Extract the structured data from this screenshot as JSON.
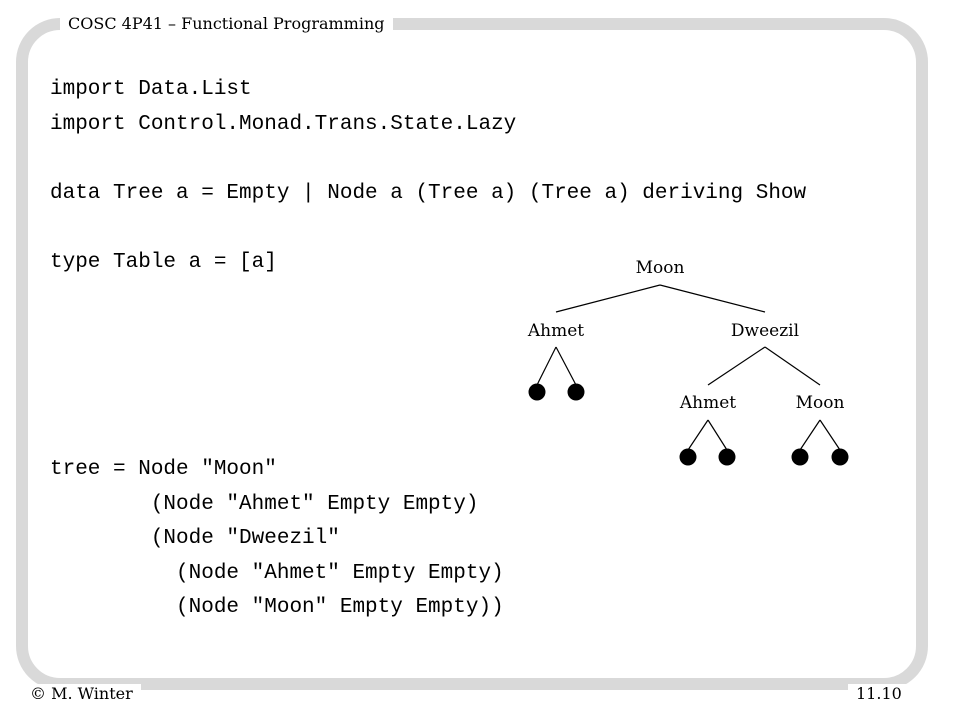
{
  "header": {
    "course": "COSC 4P41 – Functional Programming",
    "author": "© M. Winter",
    "page_number": "11.10"
  },
  "code": {
    "line1": "import Data.List",
    "line2": "import Control.Monad.Trans.State.Lazy",
    "line3": "data Tree a = Empty | Node a (Tree a) (Tree a) deriving Show",
    "line4": "type Table a = [a]",
    "line5": "tree = Node \"Moon\"",
    "line6": "        (Node \"Ahmet\" Empty Empty)",
    "line7": "        (Node \"Dweezil\"",
    "line8": "          (Node \"Ahmet\" Empty Empty)",
    "line9": "          (Node \"Moon\" Empty Empty))"
  },
  "tree_diagram": {
    "root": "Moon",
    "left": "Ahmet",
    "right": "Dweezil",
    "right_left": "Ahmet",
    "right_right": "Moon"
  }
}
